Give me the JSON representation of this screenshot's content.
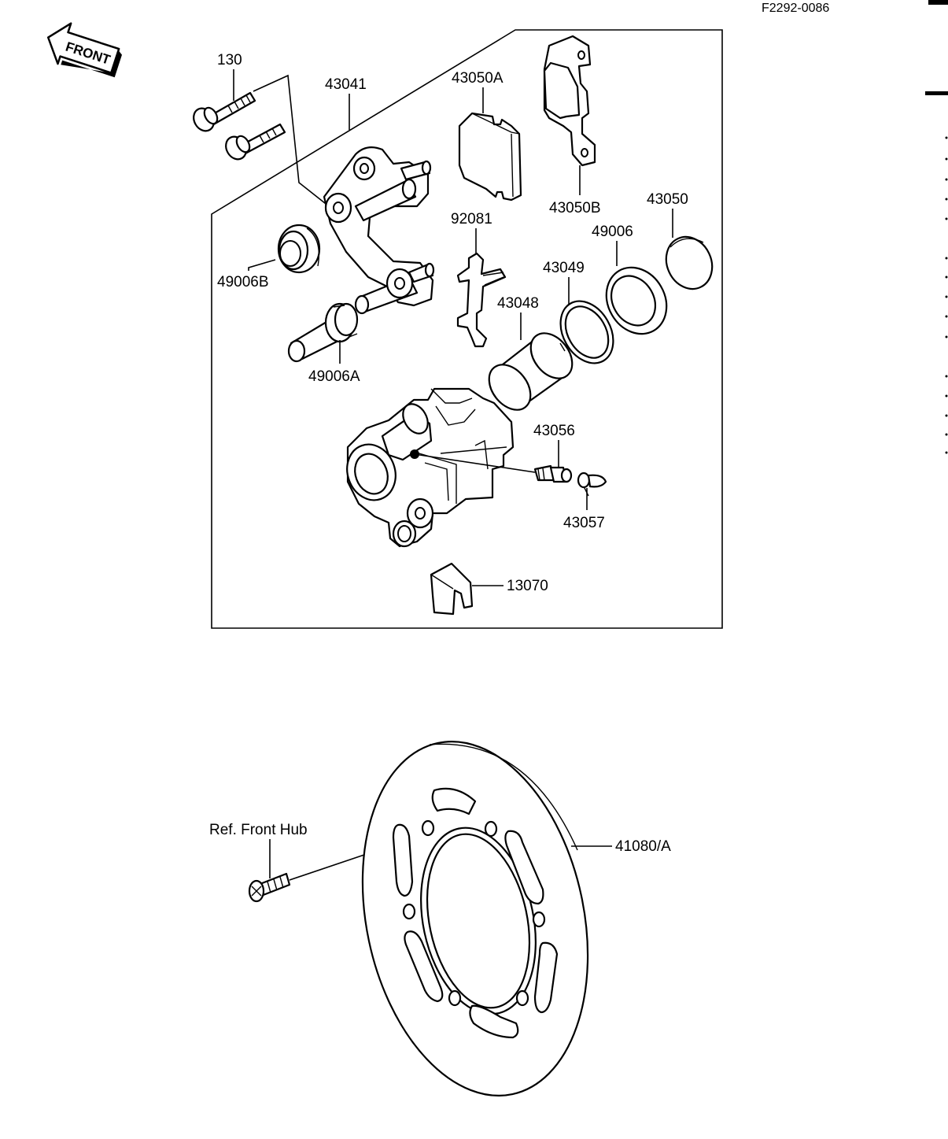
{
  "sheet": {
    "code": "F2292-0086",
    "front_badge": "FRONT"
  },
  "parts": {
    "p130": "130",
    "p43041": "43041",
    "p43050A": "43050A",
    "p43050B": "43050B",
    "p43050": "43050",
    "p92081": "92081",
    "p49006": "49006",
    "p43049": "43049",
    "p43048": "43048",
    "p49006B": "49006B",
    "p49006A": "49006A",
    "p43056": "43056",
    "p43057": "43057",
    "p13070": "13070",
    "ref_front_hub": "Ref. Front Hub",
    "p41080A": "41080/A"
  }
}
